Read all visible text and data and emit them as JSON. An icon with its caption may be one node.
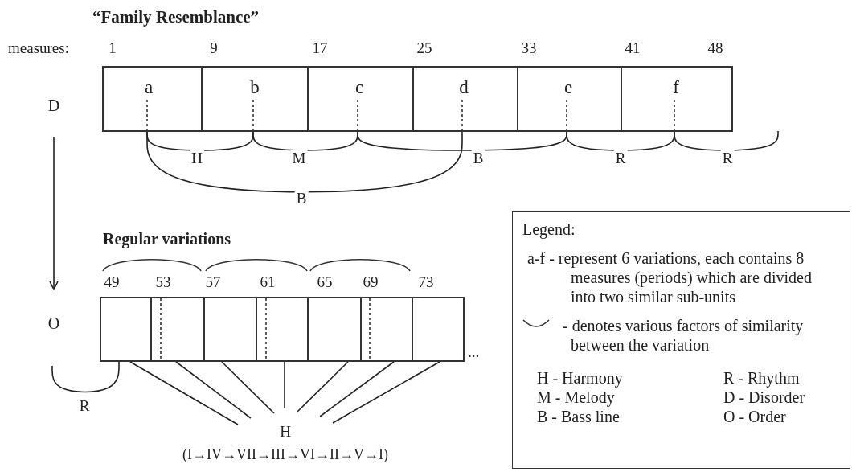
{
  "diagram": {
    "title": "“Family Resemblance”",
    "nodes": [
      {
        "text": [
          "a"
        ]
      },
      {
        "text": [
          "b"
        ]
      },
      {
        "text": [
          "c"
        ]
      },
      {
        "text": [
          "d"
        ]
      },
      {
        "text": [
          "e"
        ]
      },
      {
        "text": [
          "f"
        ]
      },
      {
        "text": [
          "D"
        ]
      },
      {
        "text": [
          "O"
        ]
      },
      {
        "text": [],
        "shape": "box"
      },
      {
        "text": [],
        "shape": "box"
      },
      {
        "text": [],
        "shape": "box"
      },
      {
        "text": [],
        "shape": "box"
      },
      {
        "text": [],
        "shape": "box"
      },
      {
        "text": [],
        "shape": "box"
      },
      {
        "text": [],
        "shape": "box"
      },
      {
        "text": [
          "H"
        ],
        "beside": [
          "(I→IV→VII→III→VI→II→V→I)"
        ]
      },
      {
        "text": [
          "Legend:",
          "a-f - represent 6 variations, each contains 8 measures (periods) which are divided into two similar sub-units",
          "- denotes various factors of similarity between the variation",
          "H - Harmony",
          "R - Rhythm",
          "M - Melody",
          "D - Disorder",
          "B - Bass line",
          "O - Order"
        ]
      }
    ],
    "edges": [
      {
        "from": 0,
        "to": 1,
        "arrow": "none",
        "label": "H"
      },
      {
        "from": 1,
        "to": 2,
        "arrow": "none",
        "label": "M"
      },
      {
        "from": 2,
        "to": 4,
        "arrow": "none",
        "label": "B"
      },
      {
        "from": 4,
        "to": 5,
        "arrow": "none",
        "label": "R"
      },
      {
        "from": 5,
        "to": null,
        "arrow": "none",
        "label": "R"
      },
      {
        "from": 0,
        "to": 3,
        "arrow": "none",
        "label": "B"
      },
      {
        "from": 6,
        "to": 7,
        "arrow": "to"
      },
      {
        "from": null,
        "to": 8,
        "arrow": "none",
        "label": "R"
      },
      {
        "from": 8,
        "to": 15,
        "arrow": "none"
      },
      {
        "from": 9,
        "to": 15,
        "arrow": "none"
      },
      {
        "from": 10,
        "to": 15,
        "arrow": "none"
      },
      {
        "from": 11,
        "to": 15,
        "arrow": "none"
      },
      {
        "from": 12,
        "to": 15,
        "arrow": "none"
      },
      {
        "from": 13,
        "to": 15,
        "arrow": "none"
      },
      {
        "from": 14,
        "to": 15,
        "arrow": "none"
      }
    ],
    "labels": [
      "measures:",
      "1",
      "9",
      "17",
      "25",
      "33",
      "41",
      "48",
      "Regular variations",
      "49",
      "53",
      "57",
      "61",
      "65",
      "69",
      "73",
      "..."
    ]
  }
}
